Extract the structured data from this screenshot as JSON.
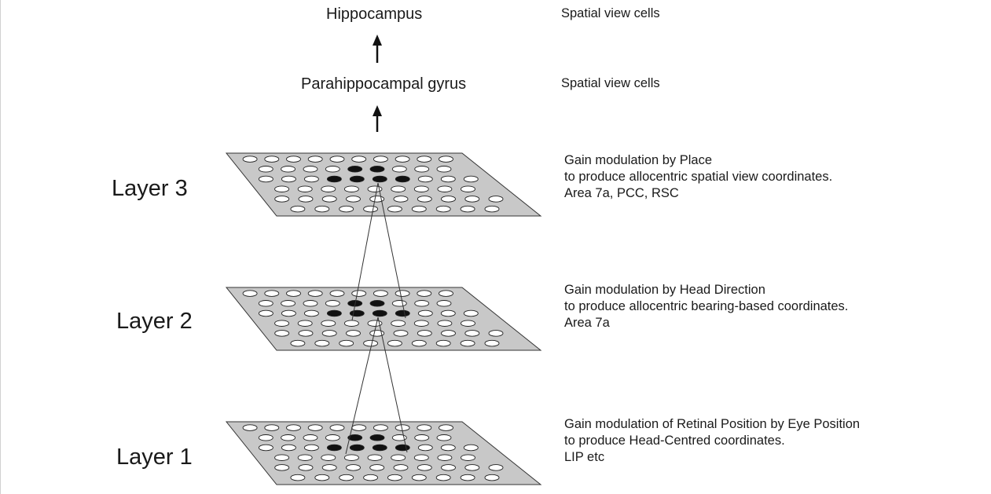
{
  "areas": {
    "hippocampus": "Hippocampus",
    "parahippocampal": "Parahippocampal gyrus"
  },
  "cell_types": {
    "hippocampus": "Spatial view cells",
    "parahippocampal": "Spatial view cells"
  },
  "layers": [
    {
      "label": "Layer 3",
      "description": [
        "Gain modulation by Place",
        "to produce allocentric spatial view coordinates.",
        "Area 7a, PCC, RSC"
      ]
    },
    {
      "label": "Layer 2",
      "description": [
        "Gain modulation by Head Direction",
        "to produce allocentric bearing-based coordinates.",
        "Area 7a"
      ]
    },
    {
      "label": "Layer 1",
      "description": [
        "Gain modulation of Retinal Position by Eye Position",
        "to produce Head-Centred coordinates.",
        "LIP etc"
      ]
    }
  ],
  "colors": {
    "plane_fill": "#c8c8c8",
    "plane_stroke": "#333333",
    "active_cell": "#111111",
    "inactive_cell": "#ffffff"
  }
}
